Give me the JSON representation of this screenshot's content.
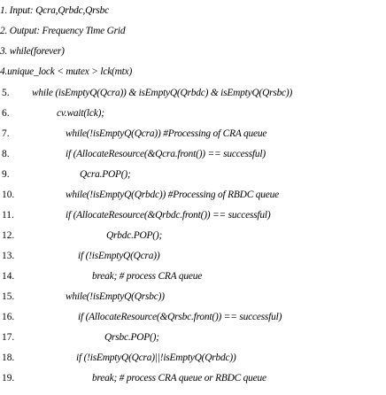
{
  "algorithm": {
    "lines": [
      {
        "num": "",
        "text": "1. Input: Qcra,Qrbdc,Qrsbc"
      },
      {
        "num": "",
        "text": "2. Output: Frequency Time Grid"
      },
      {
        "num": "",
        "text": "3. while(forever)"
      },
      {
        "num": "",
        "text": "4.unique_lock < mutex > lck(mtx)"
      },
      {
        "num": "5.",
        "text": "while (isEmptyQ(Qcra)) & isEmptyQ(Qrbdc) & isEmptyQ(Qrsbc))"
      },
      {
        "num": "6.",
        "text": "cv.wait(lck);"
      },
      {
        "num": "7.",
        "text": "while(!isEmptyQ(Qcra)) #Processing of CRA queue"
      },
      {
        "num": "8.",
        "text": "if (AllocateResource(&Qcra.front()) == successful)"
      },
      {
        "num": "9.",
        "text": "Qcra.POP();"
      },
      {
        "num": "10.",
        "text": "while(!isEmptyQ(Qrbdc)) #Processing of RBDC queue"
      },
      {
        "num": "11.",
        "text": "if (AllocateResource(&Qrbdc.front()) == successful)"
      },
      {
        "num": "12.",
        "text": "Qrbdc.POP();"
      },
      {
        "num": "13.",
        "text": "if (!isEmptyQ(Qcra))"
      },
      {
        "num": "14.",
        "text": "break; # process CRA queue"
      },
      {
        "num": "15.",
        "text": "while(!isEmptyQ(Qrsbc))"
      },
      {
        "num": "16.",
        "text": "if (AllocateResource(&Qrsbc.front()) == successful)"
      },
      {
        "num": "17.",
        "text": "Qrsbc.POP();"
      },
      {
        "num": "18.",
        "text": "if (!isEmptyQ(Qcra)||!isEmptyQ(Qrbdc))"
      },
      {
        "num": "19.",
        "text": "break; # process CRA queue or RBDC queue"
      }
    ]
  }
}
